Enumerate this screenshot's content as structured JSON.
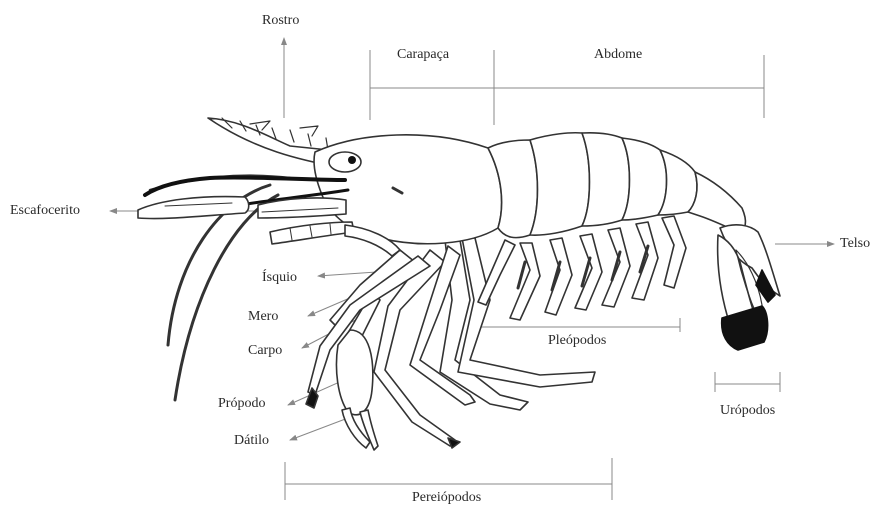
{
  "labels": {
    "rostro": "Rostro",
    "carapaca": "Carapaça",
    "abdome": "Abdome",
    "escafocerito": "Escafocerito",
    "telso": "Telso",
    "isquio": "Ísquio",
    "mero": "Mero",
    "carpo": "Carpo",
    "propodo": "Própodo",
    "datilo": "Dátilo",
    "pleopodos": "Pleópodos",
    "uropodos": "Urópodos",
    "pereiopodos": "Pereiópodos"
  },
  "colors": {
    "line": "#3a3a3a",
    "leader": "#888888",
    "fill_dark": "#111111",
    "text": "#2a2a2a"
  }
}
